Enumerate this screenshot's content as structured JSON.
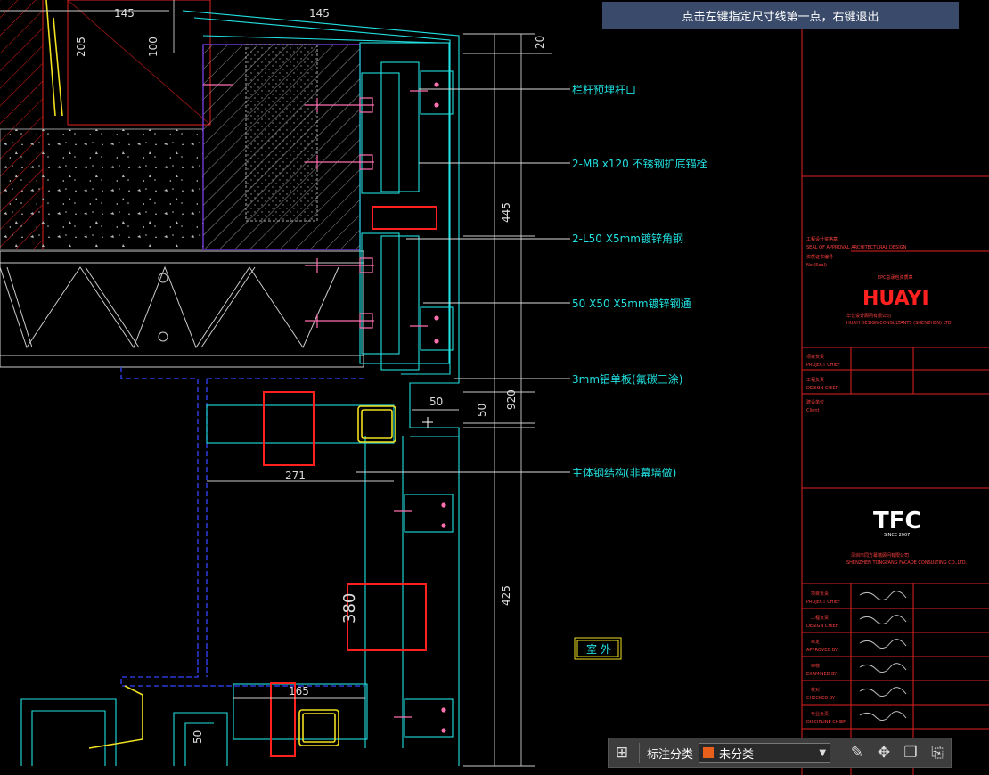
{
  "hint": "点击左键指定尺寸线第一点，右键退出",
  "toolbar": {
    "label": "标注分类",
    "selected": "未分类",
    "selected_color": "#e8601c",
    "icons": [
      "grid-icon",
      "edit-icon",
      "move-icon",
      "copy-icon",
      "paste-icon"
    ]
  },
  "annotations": {
    "a1": "栏杆预埋杆口",
    "a2": "2-M8 x120 不锈钢扩底锚栓",
    "a3": "2-L50 X5mm镀锌角钢",
    "a4": "50 X50 X5mm镀锌钢通",
    "a5": "3mm铝单板(氟碳三涂)",
    "a6": "主体钢结构(非幕墙做)",
    "outdoor": "室 外"
  },
  "dims": {
    "d145a": "145",
    "d145b": "145",
    "d205": "205",
    "d100": "100",
    "d20": "20",
    "d445": "445",
    "d50a": "50",
    "d50b": "50",
    "d920": "920",
    "d271": "271",
    "d380": "380",
    "d425": "425",
    "d165": "165",
    "d50c": "50"
  },
  "titleblock": {
    "seal_cn": "工程设计资格章",
    "seal_en": "SEAL OF APPROVAL ARCHITECTURAL DESIGN",
    "cert_cn": "资质证书编号",
    "cert_en": "No.(Seal)",
    "epc": "EPC总承包资质章",
    "logo": "HUAYI",
    "company_cn": "华艺设计顾问有限公司",
    "company_en": "HUAYI DESIGN CONSULTANTS (SHENZHEN) LTD.",
    "pc_cn": "项目负责",
    "pc_en": "PROJECT CHIEF",
    "dc_cn": "工程负责",
    "dc_en": "DESIGN CHIEF",
    "client_cn": "建设单位",
    "client_en": "Client",
    "tfc": "TFC",
    "tfc_since": "SINCE 2007",
    "tfc_cn": "深圳市同方幕墙顾问有限公司",
    "tfc_en": "SHENZHEN TONGFANG FACADE CONSULTING CO.,LTD.",
    "roles": [
      {
        "cn": "项目负责",
        "en": "PROJECT CHIEF"
      },
      {
        "cn": "工程负责",
        "en": "DESIGN CHIEF"
      },
      {
        "cn": "审定",
        "en": "APPROVED BY"
      },
      {
        "cn": "审核",
        "en": "EXAMINED BY"
      },
      {
        "cn": "校对",
        "en": "CHECKED BY"
      },
      {
        "cn": "专业负责",
        "en": "DISCIPLINE CHIEF"
      }
    ]
  }
}
